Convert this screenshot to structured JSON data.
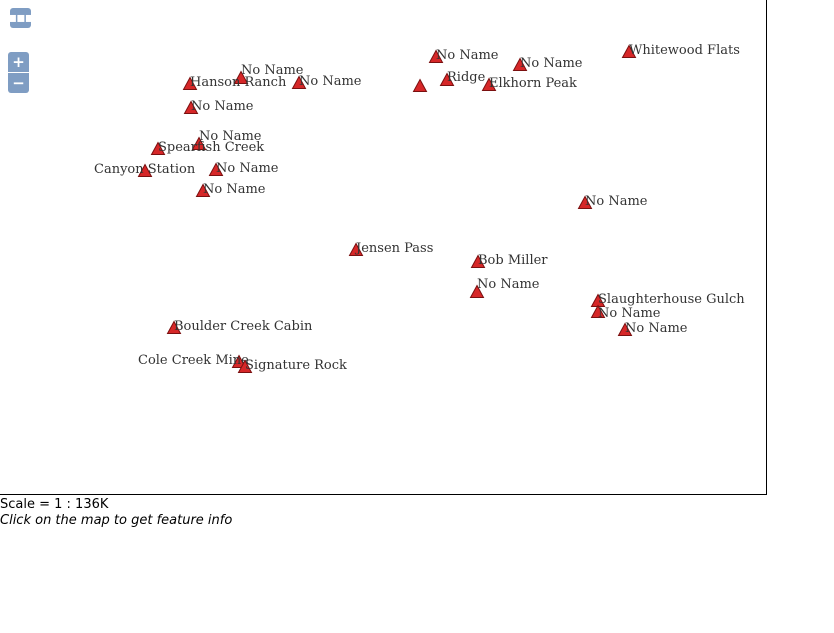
{
  "map": {
    "controls": {
      "layer_switcher_icon": "ellipsis-icon",
      "zoom_in_label": "+",
      "zoom_out_label": "−"
    },
    "marker_color": "#d62728",
    "marker_stroke": "#7a1010",
    "features": [
      {
        "name": "No Name"
      },
      {
        "name": "Hanson Ranch"
      },
      {
        "name": "No Name"
      },
      {
        "name": "No Name"
      },
      {
        "name": "No Name"
      },
      {
        "name": "No Name"
      },
      {
        "name": "No Name"
      },
      {
        "name": "Ridge"
      },
      {
        "name": "Elkhorn Peak"
      },
      {
        "name": "Whitewood Flats"
      },
      {
        "name": ""
      },
      {
        "name": "No Name"
      },
      {
        "name": "Spearfish Creek"
      },
      {
        "name": "Canyon Station"
      },
      {
        "name": "No Name"
      },
      {
        "name": "No Name"
      },
      {
        "name": "Jensen Pass"
      },
      {
        "name": "Bob Miller"
      },
      {
        "name": "No Name"
      },
      {
        "name": "Slaughterhouse Gulch"
      },
      {
        "name": "No Name"
      },
      {
        "name": "No Name"
      },
      {
        "name": "Boulder Creek Cabin"
      },
      {
        "name": "Cole Creek Mine"
      },
      {
        "name": "Signature Rock"
      },
      {
        "name": "No Name"
      }
    ]
  },
  "footer": {
    "scale_text": "Scale = 1 : 136K",
    "info_text": "Click on the map to get feature info"
  }
}
